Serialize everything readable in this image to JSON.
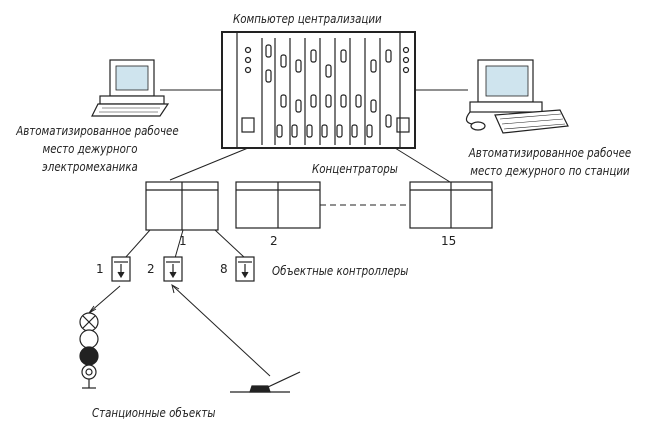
{
  "title": "Компьютер централизации",
  "workstation_left": {
    "line1": "Автоматизированное рабочее",
    "line2": "место дежурного",
    "line3": "электромеханика"
  },
  "workstation_right": {
    "line1": "Автоматизированное рабочее",
    "line2": "место дежурного по станции"
  },
  "concentrators": {
    "label": "Концентраторы",
    "numbers": [
      "1",
      "2",
      "15"
    ]
  },
  "controllers": {
    "label": "Объектные контроллеры",
    "numbers": [
      "1",
      "2",
      "8"
    ]
  },
  "station_objects": {
    "label": "Станционные объекты"
  },
  "icons": [
    "computer-icon",
    "server-rack-icon",
    "concentrator-icon",
    "controller-icon",
    "traffic-signal-icon",
    "railway-switch-icon"
  ]
}
